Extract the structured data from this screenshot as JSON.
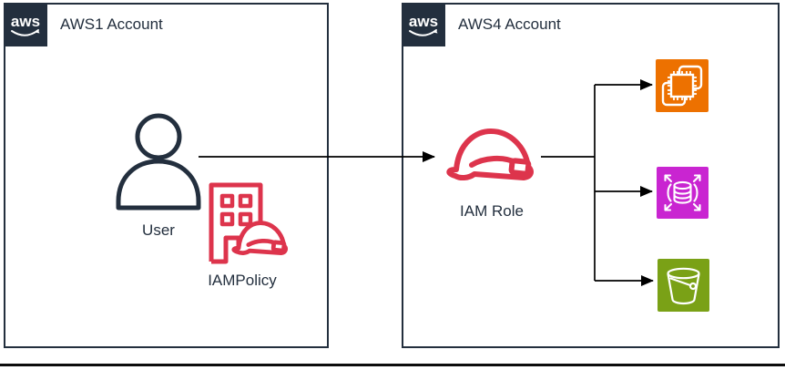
{
  "diagram": {
    "accounts": [
      {
        "id": "aws1",
        "title": "AWS1 Account",
        "badge_icon": "aws-logo-icon"
      },
      {
        "id": "aws4",
        "title": "AWS4 Account",
        "badge_icon": "aws-logo-icon"
      }
    ],
    "nodes": {
      "user": {
        "label": "User",
        "icon": "user-icon",
        "account": "aws1"
      },
      "iam_policy": {
        "label": "IAMPolicy",
        "icon": "iam-policy-building-hat-icon",
        "account": "aws1"
      },
      "iam_role": {
        "label": "IAM Role",
        "icon": "iam-role-hardhat-icon",
        "account": "aws4"
      },
      "compute": {
        "label": "",
        "icon": "compute-chip-icon",
        "account": "aws4"
      },
      "database": {
        "label": "",
        "icon": "database-scale-icon",
        "account": "aws4"
      },
      "bucket": {
        "label": "",
        "icon": "s3-bucket-icon",
        "account": "aws4"
      }
    },
    "edges": [
      {
        "from": "user",
        "to": "iam_role",
        "arrow": true
      },
      {
        "from": "iam_role",
        "to": "compute",
        "arrow": true
      },
      {
        "from": "iam_role",
        "to": "database",
        "arrow": true
      },
      {
        "from": "iam_role",
        "to": "bucket",
        "arrow": true
      }
    ],
    "badge_text": "aws",
    "colors": {
      "navy": "#232f3e",
      "security_red": "#dd344c",
      "compute_orange": "#ed7100",
      "database_magenta": "#c925d1",
      "storage_green": "#7aa116",
      "arrow_black": "#000000",
      "background": "#ffffff"
    }
  }
}
